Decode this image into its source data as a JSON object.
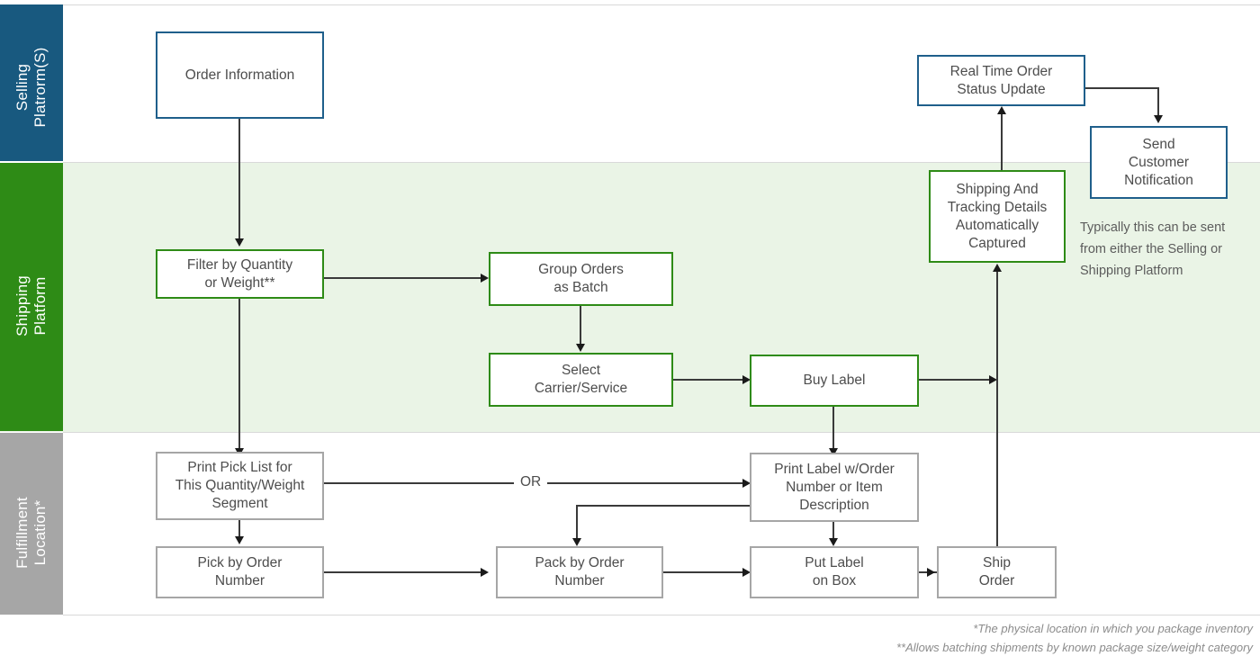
{
  "diagram": {
    "title": "Order fulfillment swimlane flowchart",
    "lanes": [
      {
        "id": "selling-platform",
        "label": "Selling\nPlatrorm(S)",
        "color": "#18597f",
        "band_color": "#ffffff"
      },
      {
        "id": "shipping-platform",
        "label": "Shipping\nPlatform",
        "color": "#2e8b16",
        "band_color": "#eaf4e6"
      },
      {
        "id": "fulfillment-location",
        "label": "Fulfillment\nLocation*",
        "color": "#a6a6a6",
        "band_color": "#ffffff"
      }
    ],
    "nodes": {
      "order_information": "Order Information",
      "real_time_order_status_update": "Real Time Order\nStatus Update",
      "send_customer_notification": "Send\nCustomer\nNotification",
      "filter_by_quantity_or_weight": "Filter by Quantity\nor Weight**",
      "group_orders_as_batch": "Group Orders\nas Batch",
      "select_carrier_service": "Select\nCarrier/Service",
      "buy_label": "Buy Label",
      "shipping_and_tracking_details": "Shipping And\nTracking Details\nAutomatically\nCaptured",
      "print_pick_list": "Print Pick List for\nThis Quantity/Weight\nSegment",
      "pick_by_order_number": "Pick by Order\nNumber",
      "pack_by_order_number": "Pack by Order\nNumber",
      "print_label_w_order_number": "Print Label w/Order\nNumber or Item\nDescription",
      "put_label_on_box": "Put Label\non Box",
      "ship_order": "Ship\nOrder"
    },
    "labels": {
      "or_connector": "OR"
    },
    "note": "Typically this can be sent\nfrom either the Selling or\nShipping Platform",
    "footnotes": "*The physical location in which you package inventory\n**Allows batching shipments by known package size/weight category",
    "colors": {
      "blue": "#18597f",
      "green": "#2e8b16",
      "gray": "#a6a6a6",
      "green_band": "#eaf4e6",
      "text": "#4d4d4d"
    }
  }
}
